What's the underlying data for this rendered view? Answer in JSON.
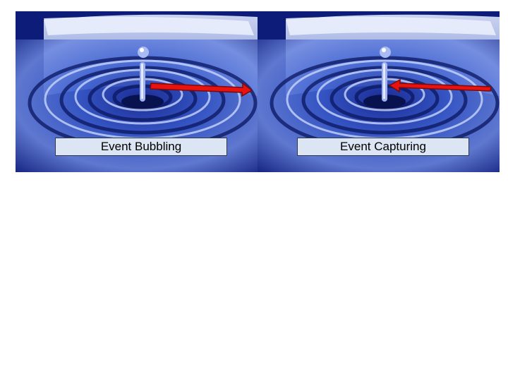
{
  "colors": {
    "water_dark": "#0b1a6e",
    "water_mid": "#2f4fc2",
    "water_light": "#9fb4ee",
    "arrow_fill": "#e8130e",
    "arrow_stroke": "#7a0a0a",
    "caption_bg": "#dbe5f3"
  },
  "panels": [
    {
      "caption": "Event Bubbling",
      "arrow": "outward-right",
      "image": "water-droplet-ripples"
    },
    {
      "caption": "Event Capturing",
      "arrow": "inward-left",
      "image": "water-droplet-ripples"
    }
  ]
}
